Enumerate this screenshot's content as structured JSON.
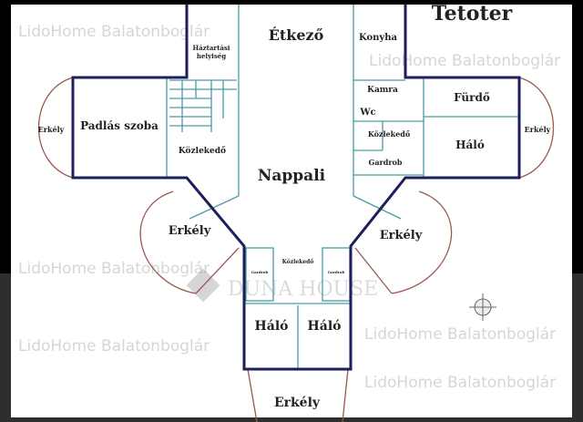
{
  "title": "Tetoter",
  "rooms": {
    "etkezo": "Étkező",
    "konyha": "Konyha",
    "haztartasi_1": "Háztartási",
    "haztartasi_2": "helyiség",
    "kamra": "Kamra",
    "furdo": "Fürdő",
    "wc": "Wc",
    "kozlekedo_right": "Közlekedő",
    "halo_right": "Háló",
    "erkely_right": "Erkély",
    "gardrob": "Gardrob",
    "erkely_left": "Erkély",
    "padlas_szoba": "Padlás szoba",
    "kozlekedo_left": "Közlekedő",
    "nappali": "Nappali",
    "erkely_lower_left": "Erkély",
    "erkely_lower_right": "Erkély",
    "kozlekedo_bottom": "Közlekedő",
    "small_left": "Gardrob",
    "small_right": "Gardrob",
    "halo_bottom_left": "Háló",
    "halo_bottom_right": "Háló",
    "erkely_bottom": "Erkély"
  },
  "watermark": "LidoHome Balatonboglár",
  "logo": "DUNA HOUSE",
  "colors": {
    "wall": "#1c1f5c",
    "inner": "#4a9aa8",
    "balcony": "#9a5a50"
  }
}
